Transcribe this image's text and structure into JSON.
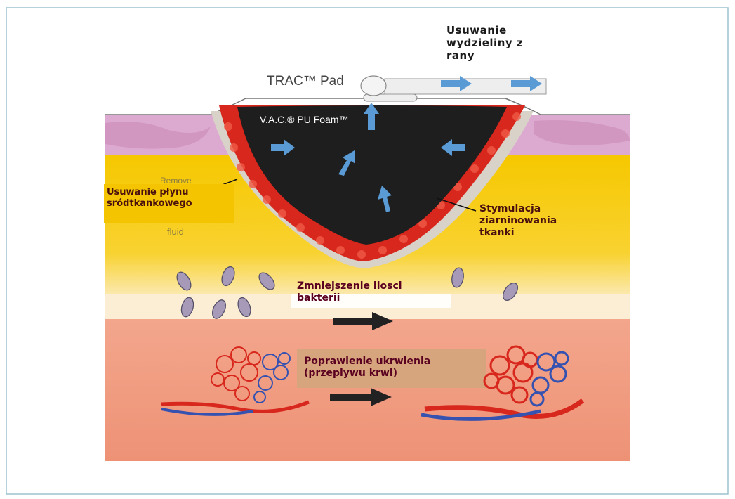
{
  "labels": {
    "exudate_removal": "Usuwanie\nwydzieliny z\nrany",
    "trac_pad": "TRAC™ Pad",
    "vac_foam": "V.A.C.® PU Foam™",
    "fluid_removal": "Usuwanie płynu\nsródtkankowego",
    "fluid_orig": "fluid",
    "remove_orig": "Remove",
    "granulation": "Stymulacja\nziarninowania\ntkanki",
    "bacteria": "Zmniejszenie ilosci\nbakterii",
    "blood_flow": "Poprawienie ukrwienia\n(przeplywu krwi)"
  },
  "colors": {
    "skin_top": "#d9a8c8",
    "fat": "#f4c400",
    "dermis": "#f09a80",
    "foam": "#1e1e1e",
    "granulation": "#d8271c",
    "arrow_blue": "#5b9bd5",
    "arrow_black": "#222222"
  },
  "icons": [
    "blue-flow-arrow",
    "black-flow-arrow",
    "bacteria-icon",
    "capillary-icon",
    "trac-pad-tube-icon"
  ]
}
